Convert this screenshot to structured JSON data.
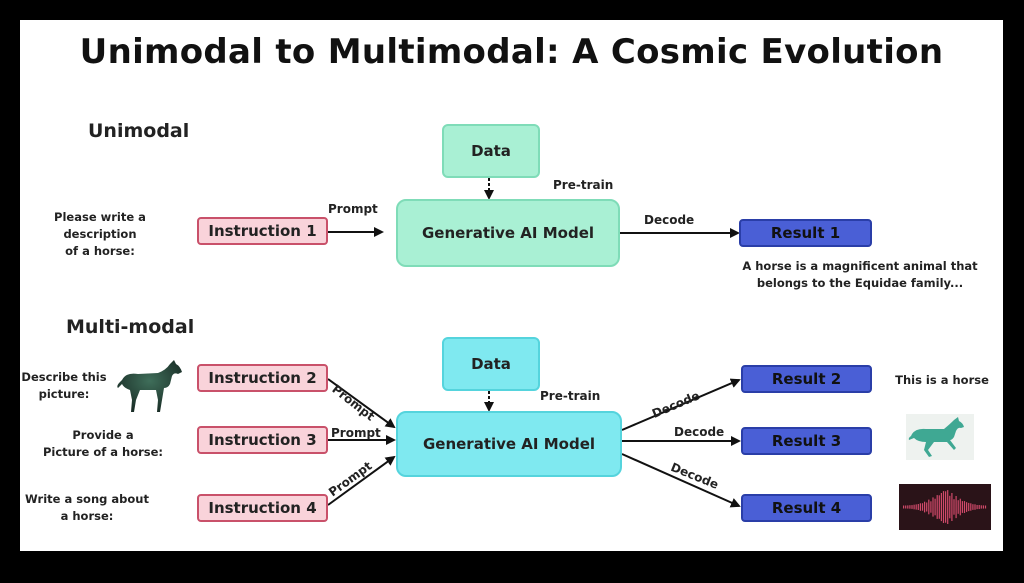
{
  "title": "Unimodal to Multimodal: A Cosmic Evolution",
  "unimodal": {
    "heading": "Unimodal",
    "input_text": [
      "Please write a description",
      "of a horse:"
    ],
    "instruction": "Instruction 1",
    "prompt_label": "Prompt",
    "data_label": "Data",
    "pretrain_label": "Pre-train",
    "model_label": "Generative AI Model",
    "decode_label": "Decode",
    "result": "Result 1",
    "output_text": [
      "A horse is a magnificent animal that",
      "belongs to the Equidae family..."
    ]
  },
  "multimodal": {
    "heading": "Multi-modal",
    "data_label": "Data",
    "pretrain_label": "Pre-train",
    "model_label": "Generative AI Model",
    "inputs": [
      {
        "text": [
          "Describe this",
          "picture:"
        ],
        "instruction": "Instruction 2",
        "prompt": "Prompt"
      },
      {
        "text": [
          "Provide  a",
          "Picture of a horse:"
        ],
        "instruction": "Instruction 3",
        "prompt": "Prompt"
      },
      {
        "text": [
          "Write a song about",
          "a horse:"
        ],
        "instruction": "Instruction 4",
        "prompt": "Prompt"
      }
    ],
    "outputs": [
      {
        "result": "Result 2",
        "decode": "Decode",
        "output": "This is a horse"
      },
      {
        "result": "Result 3",
        "decode": "Decode"
      },
      {
        "result": "Result 4",
        "decode": "Decode"
      }
    ]
  },
  "colors": {
    "unimodal_teal": "#a9f0d4",
    "multimodal_cyan": "#7fe9f0",
    "instruction_pink": "#f9d3da",
    "result_blue": "#4a5fd6",
    "waveform_red": "#d04a6a"
  },
  "icons": {
    "input_picture": "horse-photo-icon",
    "output_picture": "horse-drawing-icon",
    "output_audio": "audio-waveform-icon"
  }
}
